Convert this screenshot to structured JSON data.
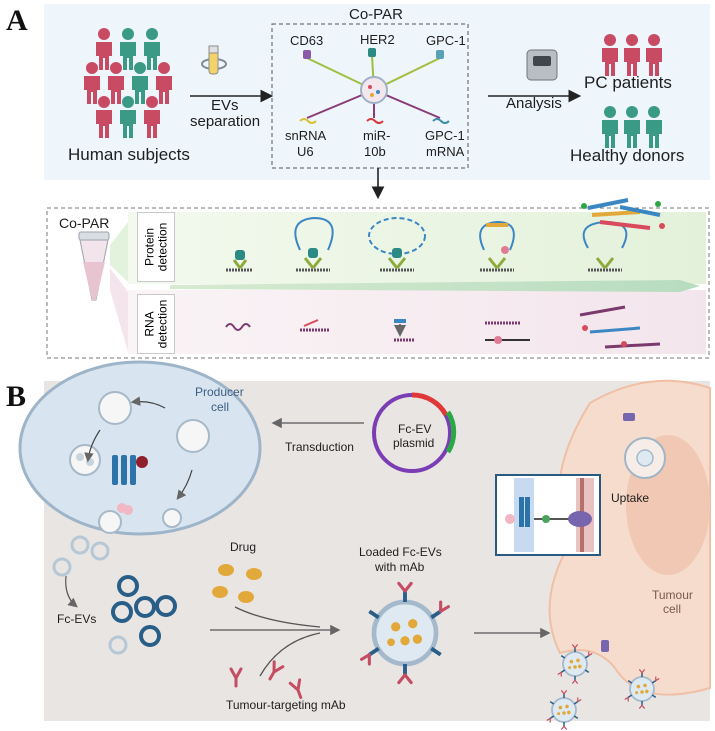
{
  "panel_a": {
    "letter": "A",
    "human_subjects": "Human subjects",
    "evs_sep_line1": "EVs",
    "evs_sep_line2": "separation",
    "copar_title": "Co-PAR",
    "markers_top": [
      "CD63",
      "HER2",
      "GPC-1"
    ],
    "markers_bottom": [
      [
        "snRNA",
        "U6"
      ],
      [
        "miR-",
        "10b"
      ],
      [
        "GPC-1",
        "mRNA"
      ]
    ],
    "analysis": "Analysis",
    "pc_patients": "PC patients",
    "healthy_donors": "Healthy donors",
    "detail_copar": "Co-PAR",
    "protein_detection": [
      "Protein",
      "detection"
    ],
    "rna_detection": [
      "RNA",
      "detection"
    ]
  },
  "panel_b": {
    "letter": "B",
    "producer_cell": [
      "Producer",
      "cell"
    ],
    "transduction": "Transduction",
    "plasmid": [
      "Fc-EV",
      "plasmid"
    ],
    "uptake": "Uptake",
    "tumour_cell": [
      "Tumour",
      "cell"
    ],
    "drug": "Drug",
    "loaded": [
      "Loaded Fc-EVs",
      "with mAb"
    ],
    "fc_evs": "Fc-EVs",
    "mab": "Tumour-targeting mAb"
  },
  "colors": {
    "patient": "#c94b63",
    "donor": "#3a9a86",
    "panel_a_bg": "#eef5fb",
    "panel_b_bg": "#e9e5e3",
    "tumour": "#f6dccd",
    "ev_ring": "#285e87",
    "drug": "#e2a93a",
    "plasmid_purple": "#7b3db4",
    "plasmid_green": "#2aa845",
    "plasmid_red": "#e03838"
  }
}
